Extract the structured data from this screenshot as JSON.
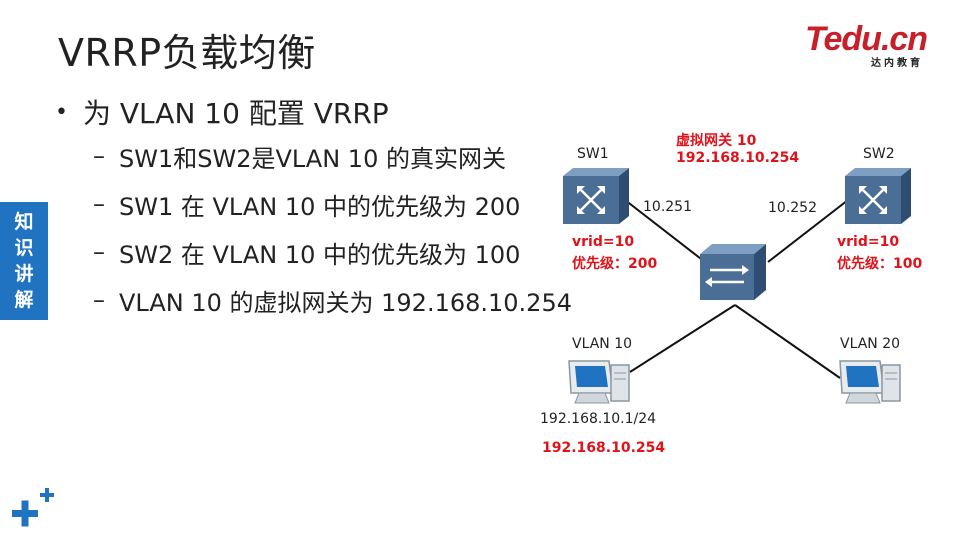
{
  "title": "VRRP负载均衡",
  "logo": {
    "text": "Tedu.cn",
    "subtitle": "达内教育"
  },
  "bullets": {
    "main": "为 VLAN 10 配置 VRRP",
    "subs": [
      "SW1和SW2是VLAN 10 的真实网关",
      "SW1 在 VLAN 10 中的优先级为 200",
      "SW2 在 VLAN 10 中的优先级为 100",
      "VLAN 10 的虚拟网关为 192.168.10.254"
    ]
  },
  "side_tab": [
    "知",
    "识",
    "讲",
    "解"
  ],
  "diagram": {
    "sw1": {
      "name": "SW1",
      "ip": "10.251",
      "vrid": "vrid=10",
      "priority": "优先级：200"
    },
    "sw2": {
      "name": "SW2",
      "ip": "10.252",
      "vrid": "vrid=10",
      "priority": "优先级：100"
    },
    "virtual_gateway": {
      "label": "虚拟网关 10",
      "ip": "192.168.10.254"
    },
    "pc_vlan10": {
      "name": "VLAN 10",
      "ip": "192.168.10.1/24",
      "gateway": "192.168.10.254"
    },
    "pc_vlan20": {
      "name": "VLAN 20"
    }
  },
  "colors": {
    "accent_blue": "#1f73c1",
    "red": "#e0121a",
    "device_blue": "#4a6e96"
  }
}
